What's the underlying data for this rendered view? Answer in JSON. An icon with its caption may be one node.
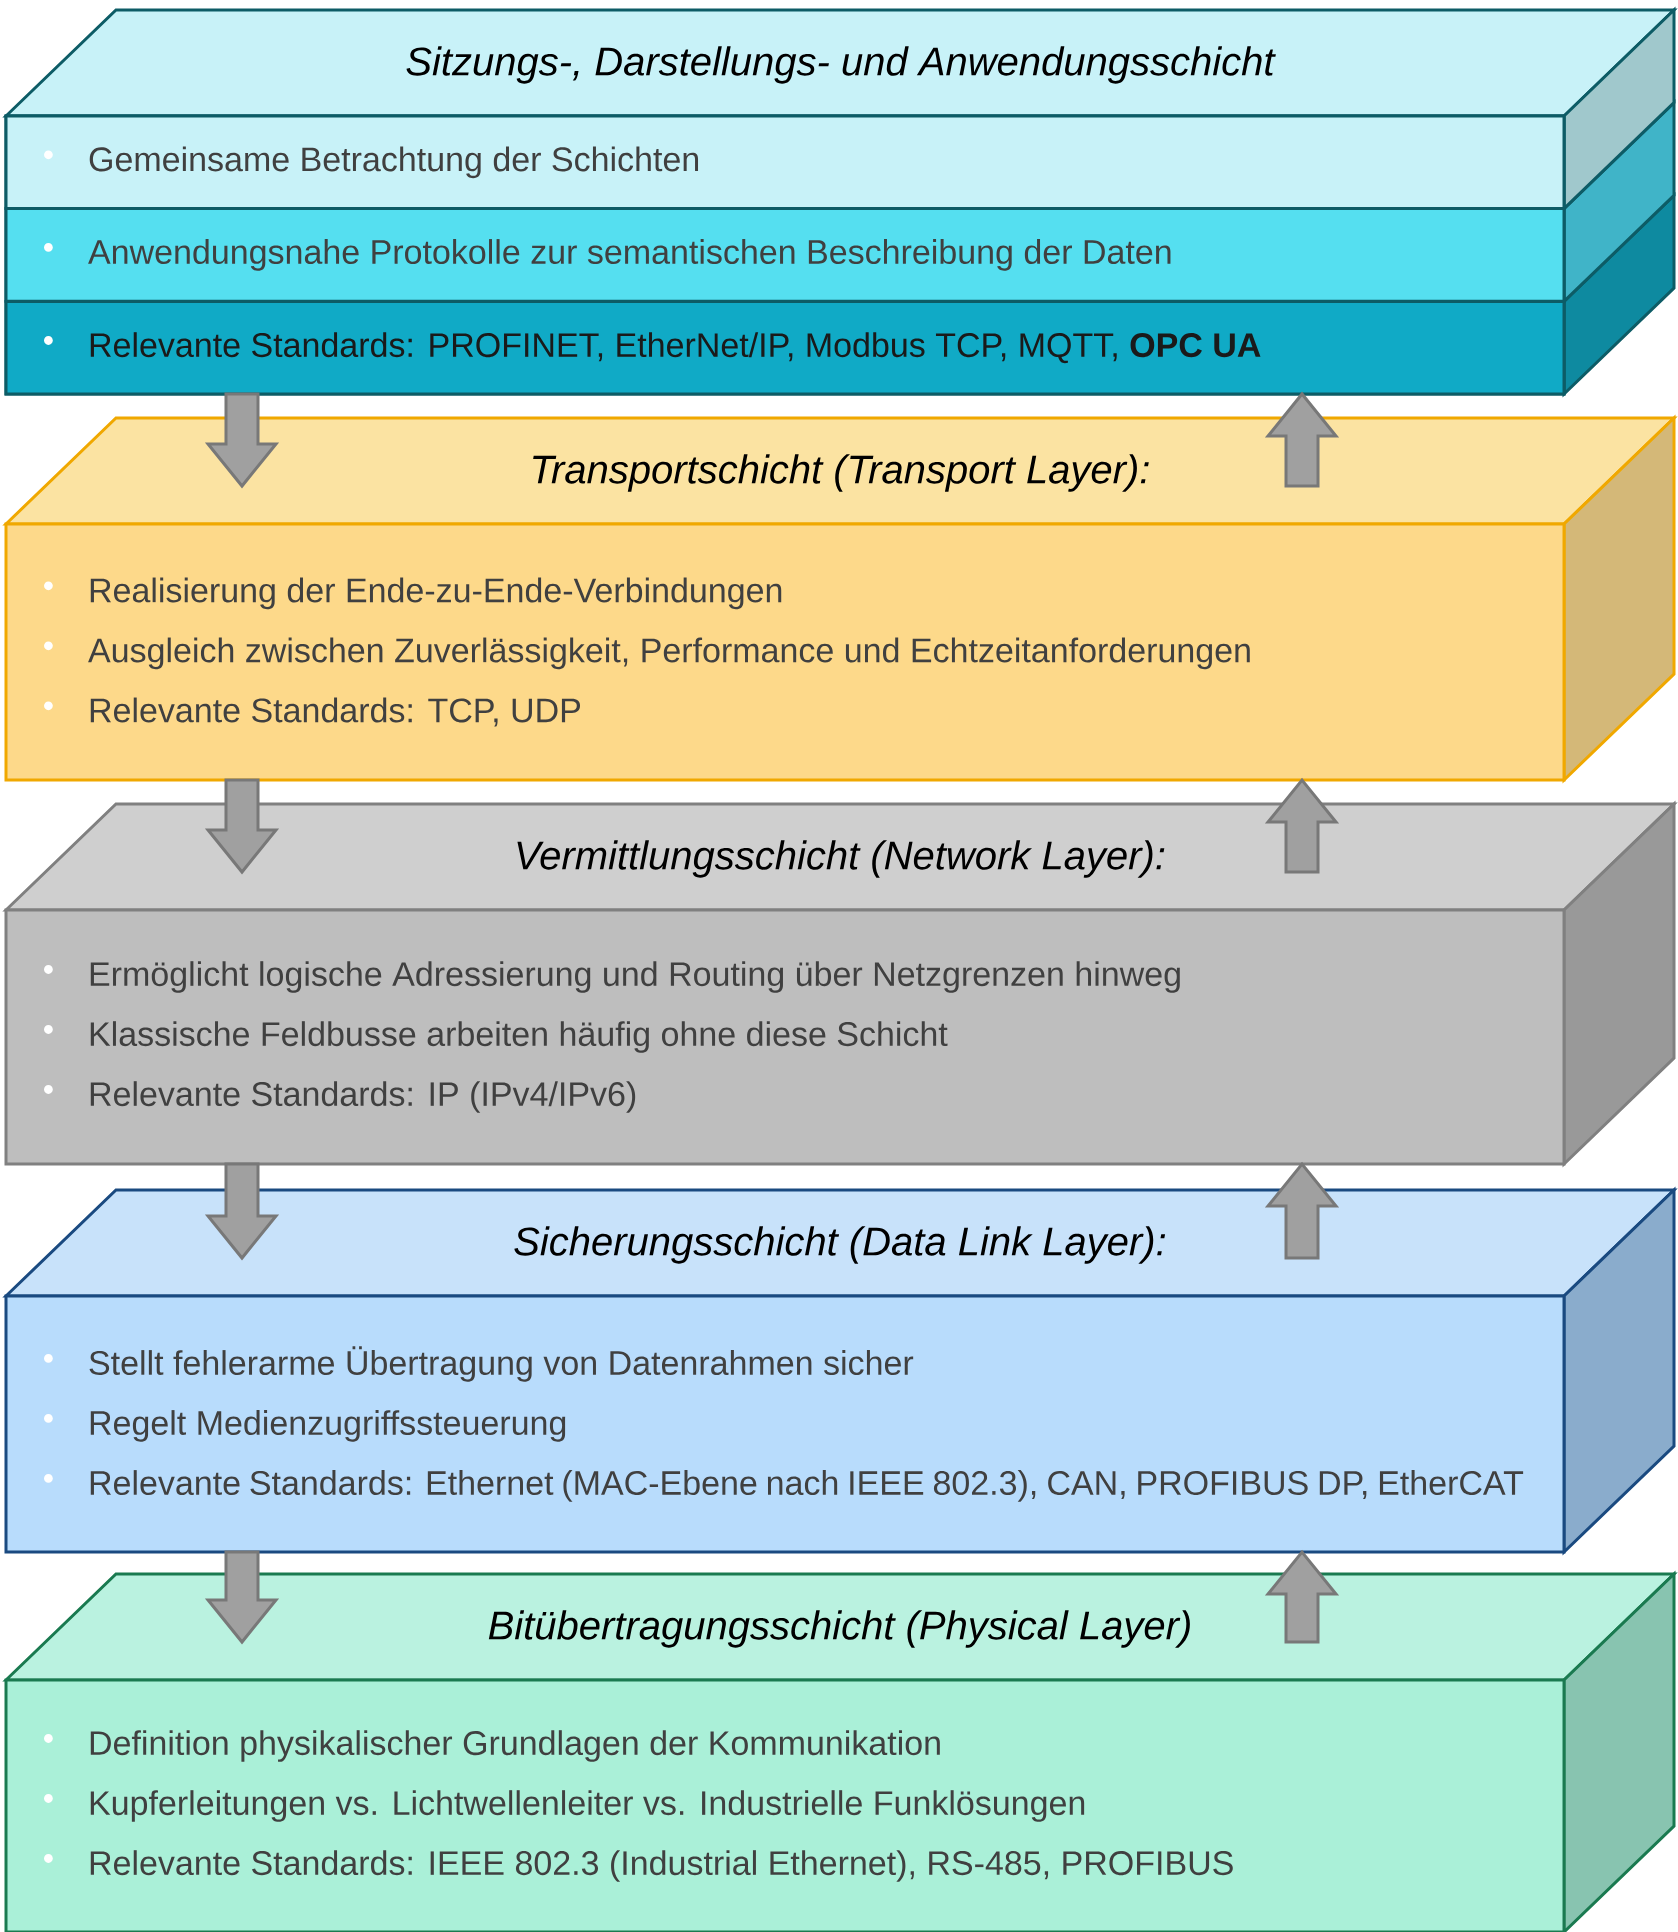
{
  "diagram": {
    "nodes": [
      {
        "text": [
          "Sitzungs-, Darstellungs- und Anwendungsschicht"
        ]
      },
      {
        "text": [
          "Gemeinsame Betrachtung der Schichten"
        ],
        "in": 0
      },
      {
        "text": [
          "Anwendungsnahe Protokolle zur semantischen Beschreibung der Daten"
        ],
        "in": 0
      },
      {
        "text": [
          "Relevante Standards: PROFINET, EtherNet/IP, Modbus TCP, MQTT, **OPC UA**"
        ],
        "in": 0
      },
      {
        "text": [
          "Transportschicht (Transport Layer):",
          "Realisierung der Ende-zu-Ende-Verbindungen",
          "Ausgleich zwischen Zuverlässigkeit, Performance und Echtzeitanforderungen",
          "Relevante Standards: TCP, UDP"
        ]
      },
      {
        "text": [
          "Vermittlungsschicht (Network Layer):",
          "Ermöglicht logische Adressierung und Routing über Netzgrenzen hinweg",
          "Klassische Feldbusse arbeiten häufig ohne diese Schicht",
          "Relevante Standards: IP (IPv4/IPv6)"
        ]
      },
      {
        "text": [
          "Sicherungsschicht (Data Link Layer):",
          "Stellt fehlerarme Übertragung von Datenrahmen sicher",
          "Regelt Medienzugriffssteuerung",
          "Relevante Standards: Ethernet (MAC-Ebene nach IEEE 802.3), CAN, PROFIBUS DP, EtherCAT"
        ]
      },
      {
        "text": [
          "Bitübertragungsschicht (Physical Layer)",
          "Definition physikalischer Grundlagen der Kommunikation",
          "Kupferleitungen vs. Lichtwellenleiter vs. Industrielle Funklösungen",
          "Relevante Standards: IEEE 802.3 (Industrial Ethernet), RS-485, PROFIBUS"
        ]
      }
    ],
    "edges": [
      {
        "from": 0,
        "to": 4,
        "arrow": "to"
      },
      {
        "from": 4,
        "to": 0,
        "arrow": "to"
      },
      {
        "from": 4,
        "to": 5,
        "arrow": "to"
      },
      {
        "from": 5,
        "to": 4,
        "arrow": "to"
      },
      {
        "from": 5,
        "to": 6,
        "arrow": "to"
      },
      {
        "from": 6,
        "to": 5,
        "arrow": "to"
      },
      {
        "from": 6,
        "to": 7,
        "arrow": "to"
      },
      {
        "from": 7,
        "to": 6,
        "arrow": "to"
      }
    ]
  }
}
